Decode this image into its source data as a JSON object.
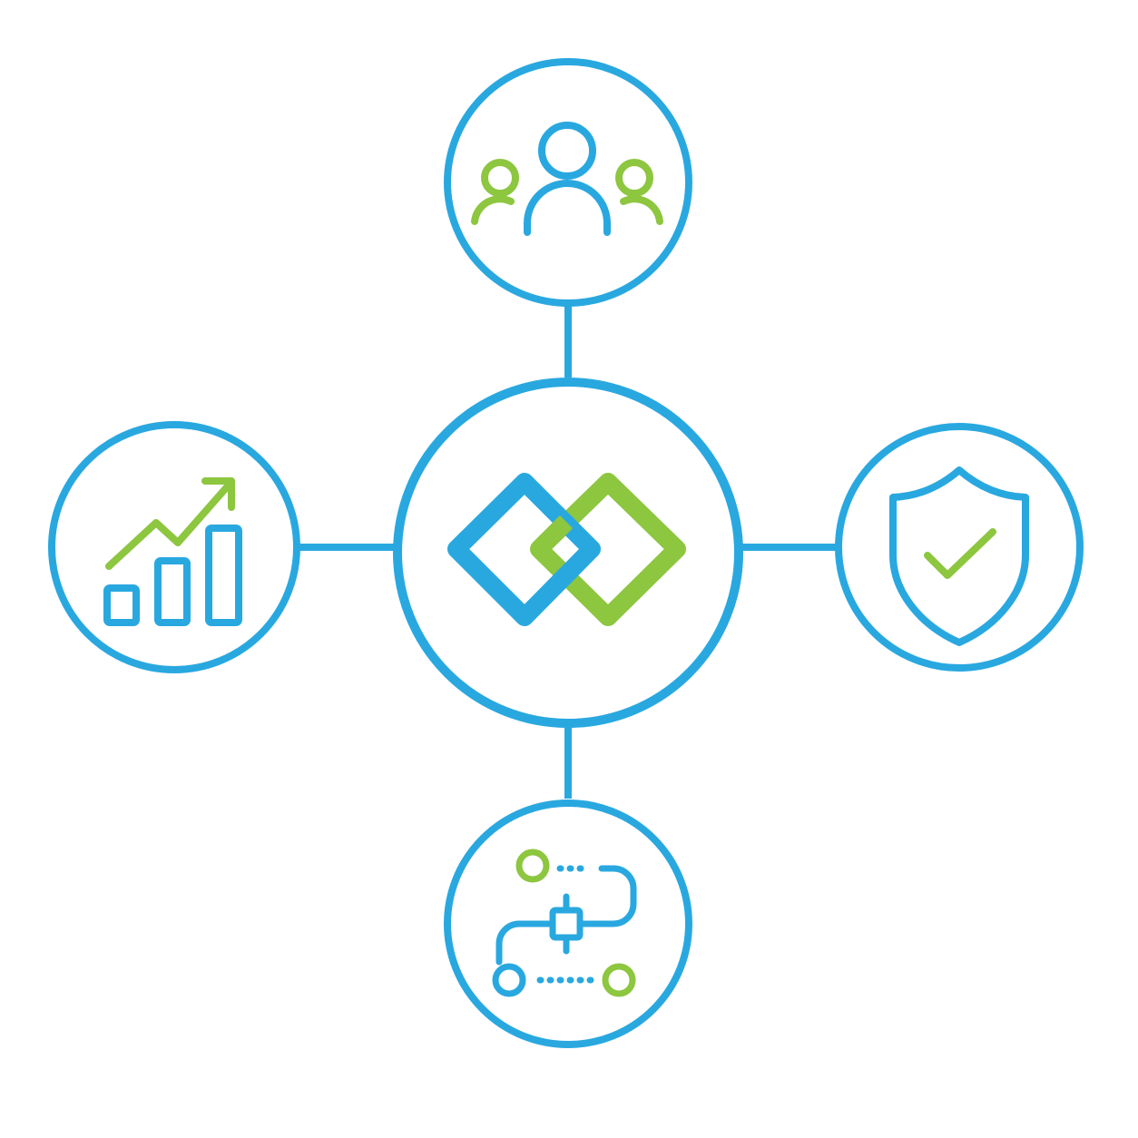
{
  "colors": {
    "blue": "#29A8E0",
    "green": "#8DC63F",
    "background": "#FFFFFF"
  },
  "center": {
    "icon": "linked-diamonds-logo-icon"
  },
  "nodes": [
    {
      "id": "top",
      "icon": "people-group-icon"
    },
    {
      "id": "left",
      "icon": "growth-chart-icon"
    },
    {
      "id": "right",
      "icon": "shield-check-icon"
    },
    {
      "id": "bottom",
      "icon": "workflow-path-icon"
    }
  ]
}
